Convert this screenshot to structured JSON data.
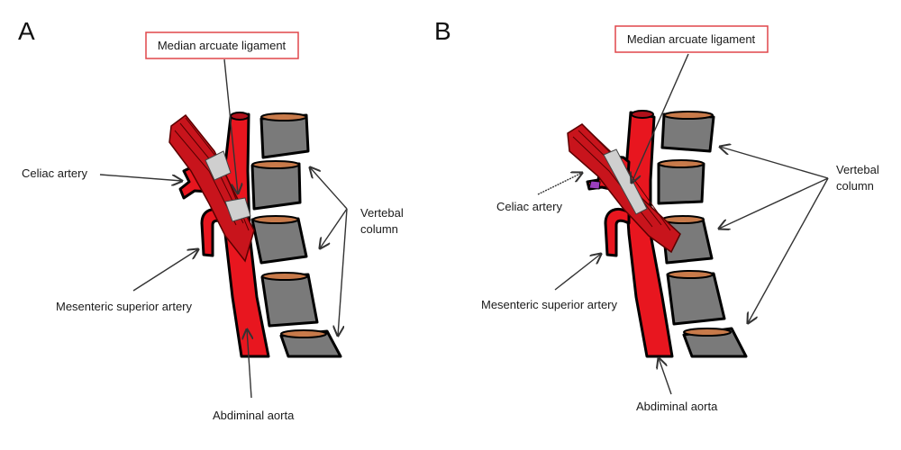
{
  "figure": {
    "panels": [
      {
        "id": "A",
        "label": "A",
        "title_box": "Median arcuate ligament",
        "labels": {
          "celiac": "Celiac artery",
          "mesenteric": "Mesenteric superior artery",
          "aorta": "Abdiminal aorta",
          "vertebral_line1": "Vertebal",
          "vertebral_line2": "column"
        }
      },
      {
        "id": "B",
        "label": "B",
        "title_box": "Median arcuate ligament",
        "labels": {
          "celiac": "Celiac artery",
          "mesenteric": "Mesenteric superior artery",
          "aorta": "Abdiminal aorta",
          "vertebral_line1": "Vertebal",
          "vertebral_line2": "column"
        }
      }
    ],
    "colors": {
      "artery": "#e8161f",
      "vertebra": "#7a7a7a",
      "disc": "#c87a4a",
      "box_border": "#e0464a",
      "compressed_marker": "#9b3fbf"
    }
  }
}
